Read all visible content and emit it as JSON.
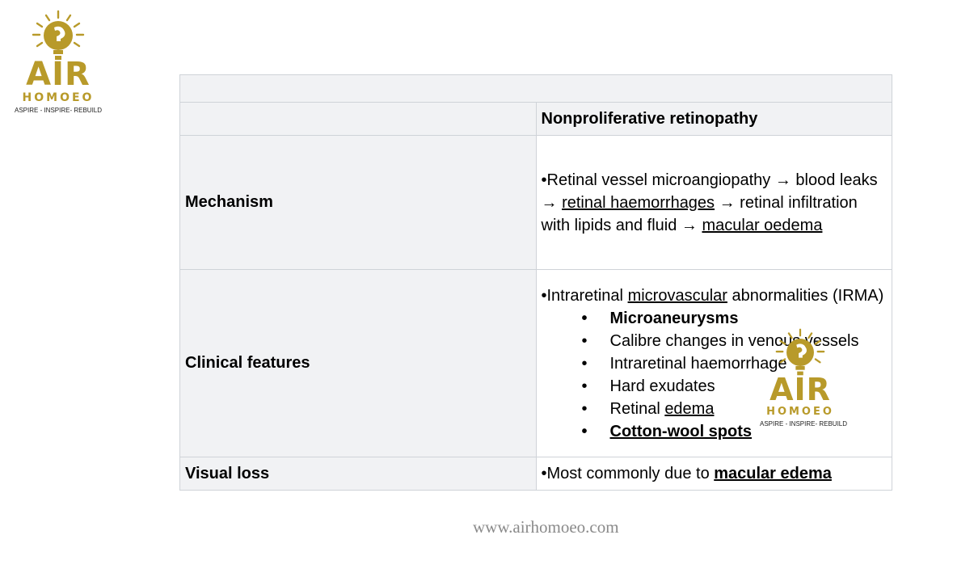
{
  "logo": {
    "brand": "AIR",
    "sub": "HOMOEO",
    "tagline": "ASPIRE - INSPIRE- REBUILD"
  },
  "colors": {
    "logo_gold": "#b89a2a",
    "header_shade": "#f1f2f4",
    "border": "#cfd3d8",
    "website": "#8a8a8a"
  },
  "table": {
    "column_header": "Nonproliferative retinopathy",
    "mechanism": {
      "label": "Mechanism",
      "t1": "•Retinal vessel microangiopathy → blood leaks → ",
      "u1": "retinal haemorrhages",
      "t2": " → retinal infiltration with lipids and fluid → ",
      "u2": "macular oedema"
    },
    "clinical": {
      "label": "Clinical features",
      "intro_pre": "•Intraretinal ",
      "intro_u": "microvascular",
      "intro_post": " abnormalities (IRMA)",
      "items": {
        "i1": "Microaneurysms",
        "i2": "Calibre changes in venous vessels",
        "i3": "Intraretinal haemorrhage",
        "i4": "Hard exudates",
        "i5_pre": "Retinal ",
        "i5_u": "edema",
        "i6": "Cotton-wool spots"
      }
    },
    "visual": {
      "label": "Visual loss",
      "pre": "•Most commonly due to ",
      "u": "macular edema"
    }
  },
  "footer": {
    "website": "www.airhomoeo.com"
  }
}
